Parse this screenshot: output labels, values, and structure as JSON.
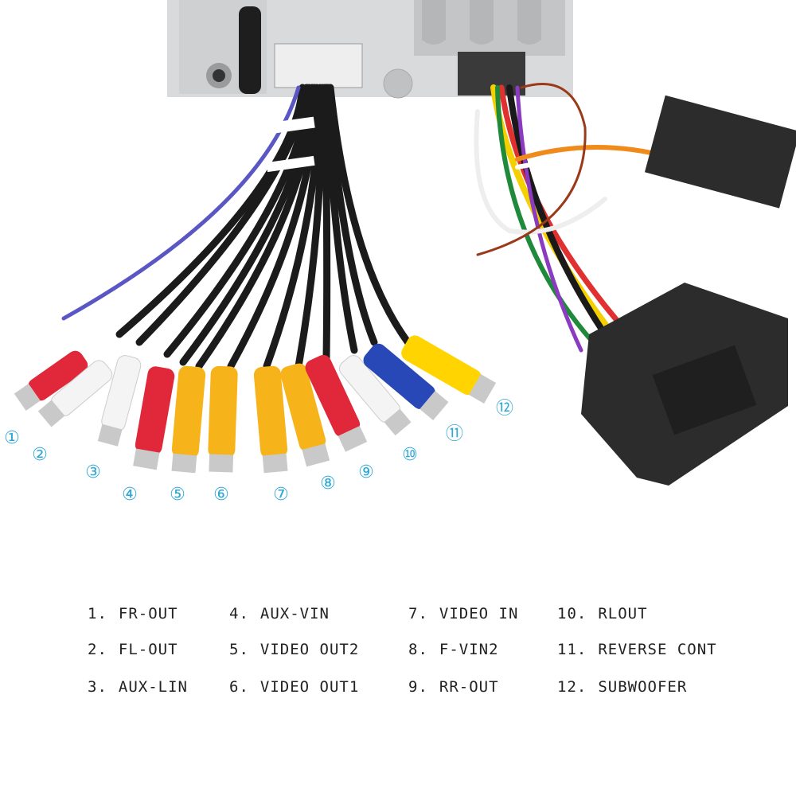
{
  "photo": {
    "markers": [
      "①",
      "②",
      "③",
      "④",
      "⑤",
      "⑥",
      "⑦",
      "⑧",
      "⑨",
      "⑩",
      "⑪",
      "⑫"
    ],
    "colors": {
      "red": "#e0283a",
      "white": "#f4f4f4",
      "yellow": "#f7b31a",
      "blue": "#2848b8",
      "yellowvideo": "#ffd400",
      "connector": "#2c2c2c",
      "unit": "#d8d8d8",
      "accent": "#2fa8d6"
    }
  },
  "legend": [
    {
      "index": "1.",
      "label": "FR-OUT"
    },
    {
      "index": "2.",
      "label": "FL-OUT"
    },
    {
      "index": "3.",
      "label": "AUX-LIN"
    },
    {
      "index": "4.",
      "label": "AUX-VIN"
    },
    {
      "index": "5.",
      "label": "VIDEO OUT2"
    },
    {
      "index": "6.",
      "label": "VIDEO OUT1"
    },
    {
      "index": "7.",
      "label": "VIDEO IN"
    },
    {
      "index": "8.",
      "label": "F-VIN2"
    },
    {
      "index": "9.",
      "label": "RR-OUT"
    },
    {
      "index": "10.",
      "label": "RLOUT"
    },
    {
      "index": "11.",
      "label": "REVERSE CONT"
    },
    {
      "index": "12.",
      "label": "SUBWOOFER"
    }
  ]
}
